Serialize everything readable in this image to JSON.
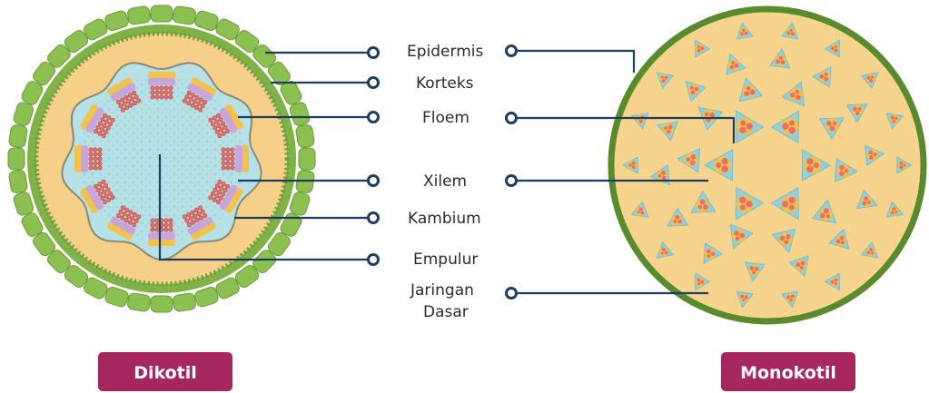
{
  "labels": {
    "epidermis": "Epidermis",
    "korteks": "Korteks",
    "floem": "Floem",
    "xilem": "Xilem",
    "kambium": "Kambium",
    "empulur": "Empulur",
    "jaringan_line1": "Jaringan",
    "jaringan_line2": "Dasar"
  },
  "badges": {
    "dikotil": "Dikotil",
    "monokotil": "Monokotil"
  },
  "colors": {
    "epidermis_green": "#8cc152",
    "cortex_yellow": "#f7d28b",
    "pith_blue": "#b3e0e6",
    "phloem_purple": "#c9a6d9",
    "xylem_red": "#e8706a",
    "bundle_yellow": "#f2c24a",
    "leader_line": "#1d3d5c",
    "badge_magenta": "#a6275e",
    "monocot_rim": "#5a8a2e"
  }
}
